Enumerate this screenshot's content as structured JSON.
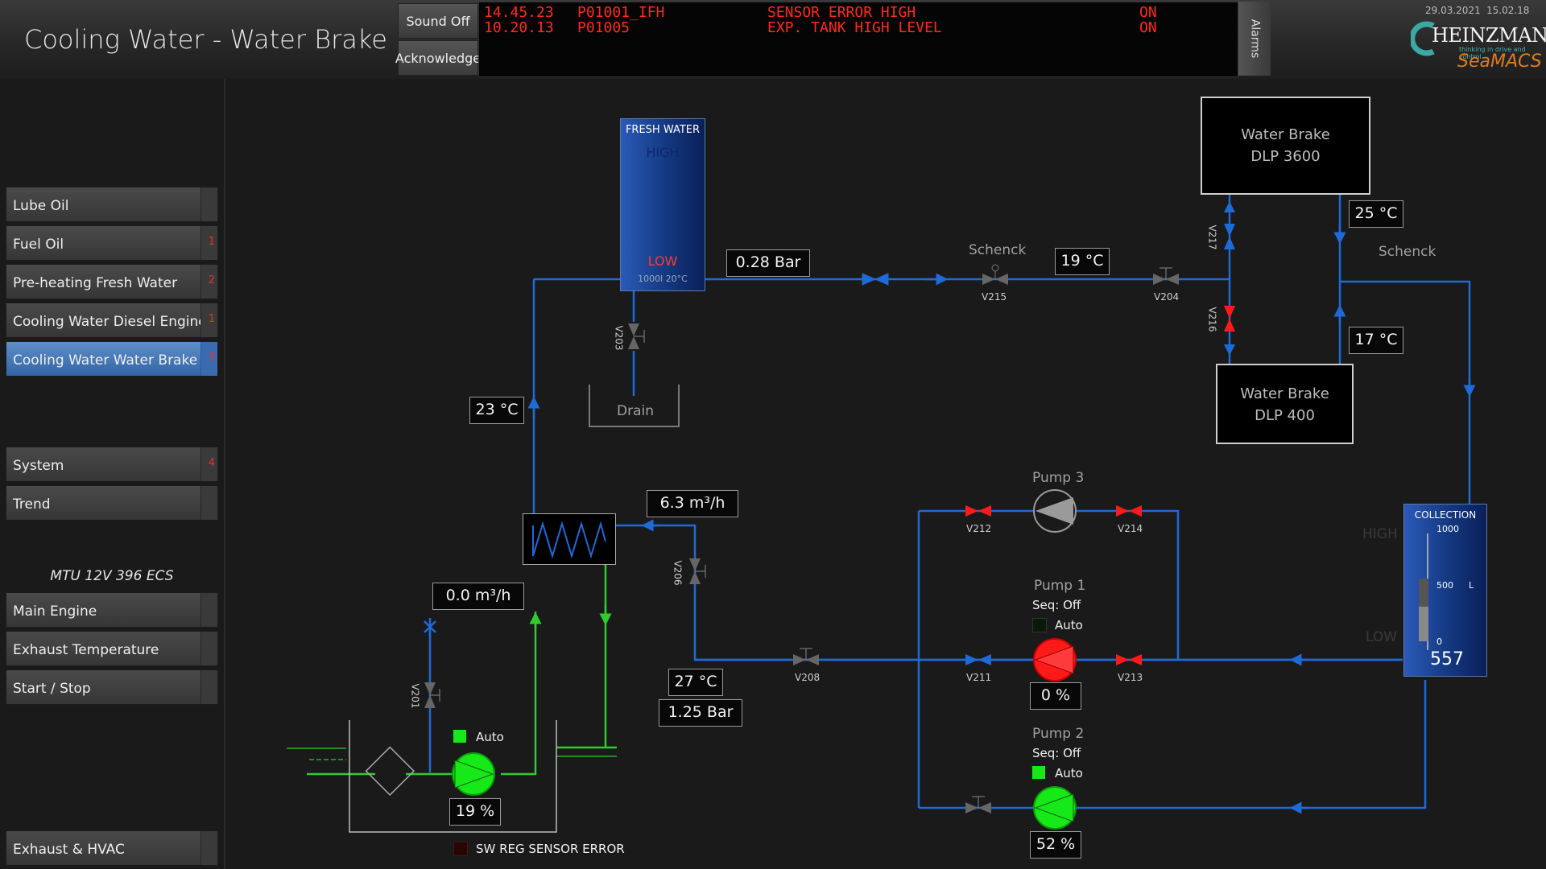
{
  "header": {
    "title": "Cooling Water - Water Brake",
    "sound_off": "Sound Off",
    "acknowledge": "Acknowledge",
    "alarms_tab": "Alarms",
    "date": "29.03.2021",
    "time": "15.02.18",
    "brand": "HEINZMANN",
    "brand_sub": "thinking in drive and control",
    "product": "SeaMACS"
  },
  "alarms": [
    {
      "time": "14.45.23",
      "code": "P01001_IFH",
      "text": "SENSOR ERROR HIGH",
      "state": "ON"
    },
    {
      "time": "10.20.13",
      "code": "P01005",
      "text": "EXP. TANK HIGH LEVEL",
      "state": "ON"
    }
  ],
  "sidebar": {
    "items": [
      {
        "label": "Lube Oil",
        "count": ""
      },
      {
        "label": "Fuel Oil",
        "count": "1"
      },
      {
        "label": "Pre-heating Fresh Water",
        "count": "2"
      },
      {
        "label": "Cooling Water Diesel Engine",
        "count": "1"
      },
      {
        "label": "Cooling Water Water Brake",
        "count": "3"
      },
      {
        "label": "System",
        "count": "4"
      },
      {
        "label": "Trend",
        "count": ""
      }
    ],
    "engine_label": "MTU 12V 396 ECS",
    "engine_items": [
      {
        "label": "Main Engine"
      },
      {
        "label": "Exhaust Temperature"
      },
      {
        "label": "Start / Stop"
      }
    ],
    "bottom_item": {
      "label": "Exhaust & HVAC"
    }
  },
  "diagram": {
    "fresh_water_tank": {
      "title": "FRESH WATER",
      "high": "HIGH",
      "low": "LOW",
      "info": "1000l  20°C"
    },
    "pressure_top": "0.28 Bar",
    "temp_top": "19 °C",
    "temp_left": "23 °C",
    "flow_right": "6.3 m³/h",
    "flow_left": "0.0 m³/h",
    "temp_bottom": "27 °C",
    "pressure_bottom": "1.25 Bar",
    "drain": "Drain",
    "schenck_1": "Schenck",
    "schenck_2": "Schenck",
    "brake_big": {
      "line1": "Water Brake",
      "line2": "DLP 3600"
    },
    "brake_small": {
      "line1": "Water Brake",
      "line2": "DLP 400"
    },
    "temp_brake_out": "25 °C",
    "temp_brake_in": "17 °C",
    "valves": {
      "v203": "V203",
      "v215": "V215",
      "v204": "V204",
      "v217": "V217",
      "v216": "V216",
      "v206": "V206",
      "v208": "V208",
      "v211": "V211",
      "v213": "V213",
      "v212": "V212",
      "v214": "V214",
      "v201": "V201"
    },
    "pump3": {
      "name": "Pump 3"
    },
    "pump1": {
      "name": "Pump 1",
      "seq": "Seq: Off",
      "auto": "Auto",
      "speed": "0 %"
    },
    "pump2": {
      "name": "Pump 2",
      "seq": "Seq: Off",
      "auto": "Auto",
      "speed": "52 %"
    },
    "sw_pump": {
      "auto": "Auto",
      "speed": "19 %"
    },
    "collection_tank": {
      "title": "COLLECTION",
      "high": "HIGH",
      "low": "LOW",
      "scale_max": "1000",
      "scale_mid": "500",
      "scale_min": "0",
      "unit": "L",
      "value": "557",
      "level_fraction": 0.557
    },
    "sensor_error": "SW REG SENSOR ERROR",
    "colors": {
      "pipe": "#1e6ad8",
      "green_pipe": "#2ecc2e",
      "pump_on": "#17e817",
      "pump_alarm": "#ff1a1a",
      "alarm_text": "#ff2a1a"
    }
  }
}
